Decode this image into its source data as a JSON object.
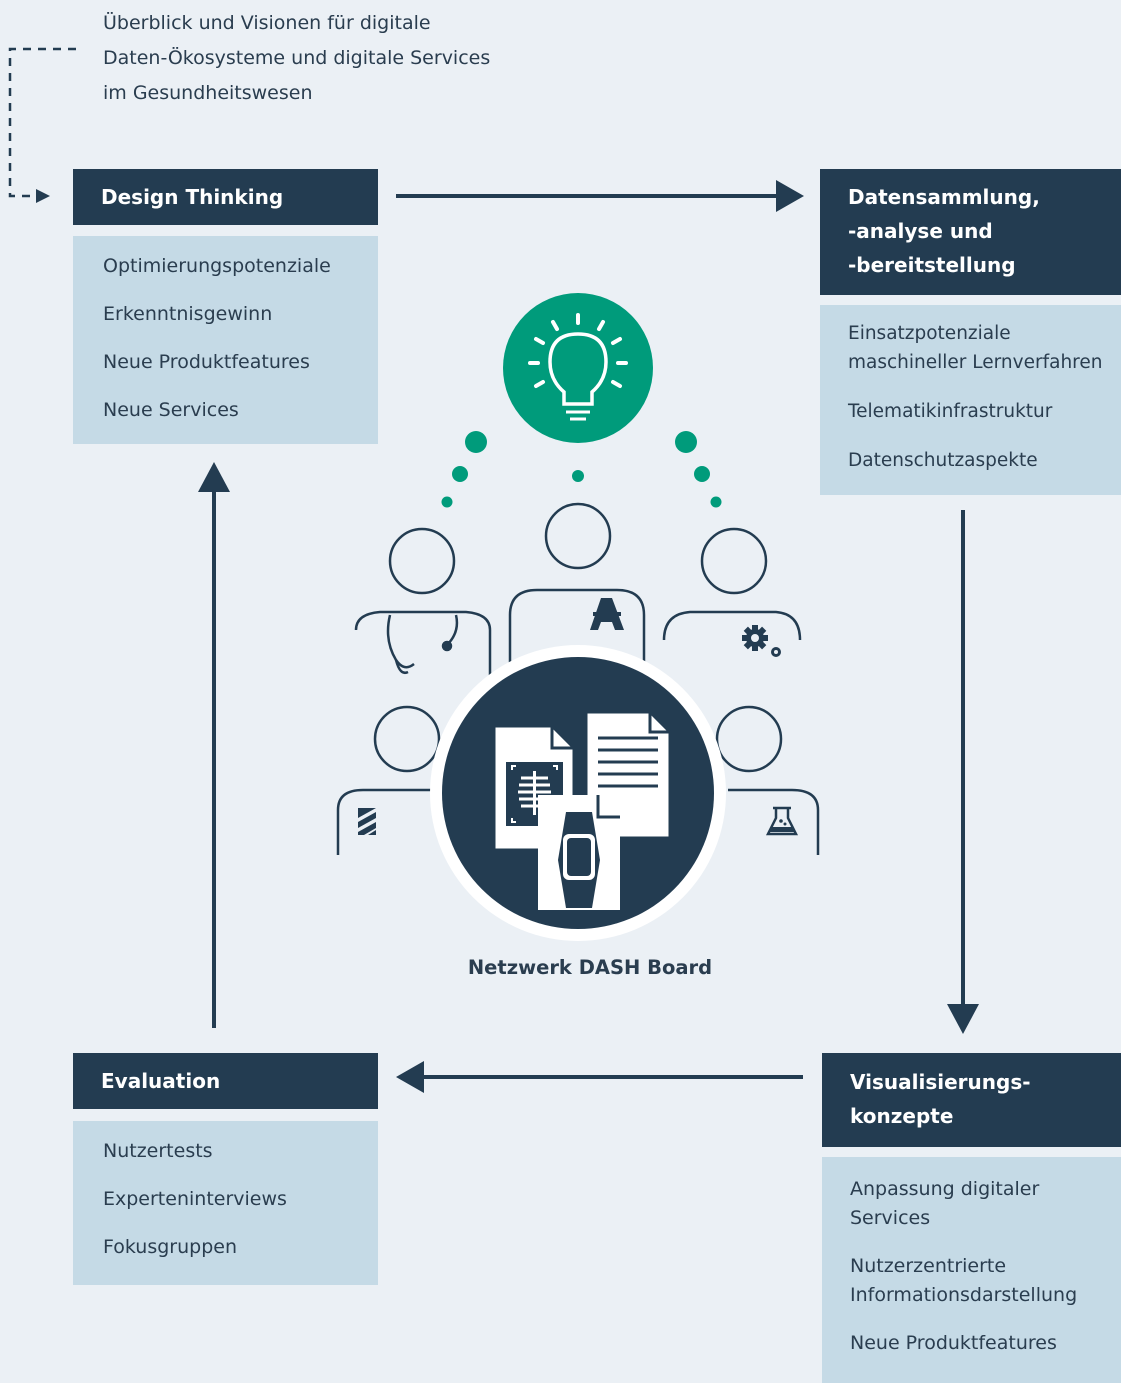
{
  "intro": {
    "lines": [
      "Überblick und Visionen für digitale",
      "Daten-Ökosysteme und digitale Services",
      "im Gesundheitswesen"
    ]
  },
  "center": {
    "title": "Netzwerk DASH Board",
    "icons": [
      "lightbulb-icon",
      "stethoscope-icon",
      "pharmacy-icon",
      "gears-icon",
      "fraunhofer-logo-icon",
      "flask-icon",
      "xray-document-icon",
      "document-icon",
      "smartwatch-icon"
    ]
  },
  "boxes": {
    "design_thinking": {
      "title_lines": [
        "Design Thinking"
      ],
      "items": [
        [
          "Optimierungspotenziale"
        ],
        [
          "Erkenntnisgewinn"
        ],
        [
          "Neue Produktfeatures"
        ],
        [
          "Neue Services"
        ]
      ]
    },
    "datensammlung": {
      "title_lines": [
        "Datensammlung,",
        "-analyse und",
        "-bereitstellung"
      ],
      "items": [
        [
          "Einsatzpotenziale",
          "maschineller Lernverfahren"
        ],
        [
          "Telematikinfrastruktur"
        ],
        [
          "Datenschutzaspekte"
        ]
      ]
    },
    "evaluation": {
      "title_lines": [
        "Evaluation"
      ],
      "items": [
        [
          "Nutzertests"
        ],
        [
          "Experteninterviews"
        ],
        [
          "Fokusgruppen"
        ]
      ]
    },
    "visualisierung": {
      "title_lines": [
        "Visualisierungs-",
        "konzepte"
      ],
      "items": [
        [
          "Anpassung digitaler",
          "Services"
        ],
        [
          "Nutzerzentrierte",
          "Informationsdarstellung"
        ],
        [
          "Neue Produktfeatures"
        ]
      ]
    }
  },
  "colors": {
    "background": "#ebf0f5",
    "header": "#233c51",
    "list": "#c5dae6",
    "accent_green": "#009b7b"
  }
}
